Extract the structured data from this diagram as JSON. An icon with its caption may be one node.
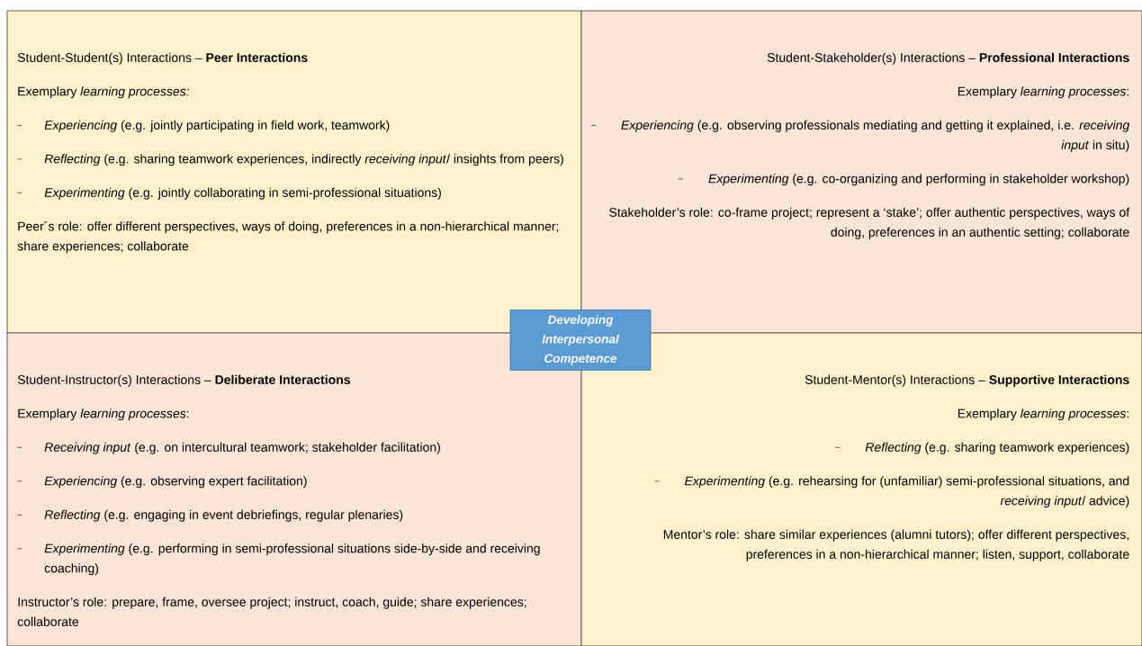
{
  "diagram": {
    "nodes": [
      {
        "text": [
          "Student-Student(s) Interactions – **Peer Interactions**",
          "Exemplary *learning processes:*",
          "*Experiencing* (e.g. jointly participating in field work, teamwork)",
          "*Reflecting* (e.g. sharing teamwork experiences, indirectly *receiving input*/ insights from peers)",
          "*Experimenting* (e.g. jointly collaborating in semi-professional situations)",
          "Peer´s role: offer different perspectives, ways of doing, preferences in a non-hierarchical manner; share experiences; collaborate"
        ]
      },
      {
        "text": [
          "Student-Stakeholder(s) Interactions – **Professional Interactions**",
          "Exemplary *learning processes*:",
          "*Experiencing* (e.g. observing professionals mediating and getting it explained, i.e. *receiving input* in situ)",
          "*Experimenting* (e.g. co-organizing and performing in stakeholder workshop)",
          "Stakeholder’s role: co-frame project; represent a ‘stake’; offer authentic perspectives, ways of doing, preferences in an authentic setting; collaborate"
        ]
      },
      {
        "text": [
          "Developing Interpersonal Competence"
        ]
      },
      {
        "text": [
          "Student-Instructor(s) Interactions – **Deliberate Interactions**",
          "Exemplary *learning processes*:",
          "*Receiving input* (e.g. on intercultural teamwork; stakeholder facilitation)",
          "*Experiencing* (e.g. observing expert facilitation)",
          "*Reflecting* (e.g. engaging in event debriefings, regular plenaries)",
          "*Experimenting* (e.g. performing in semi-professional situations side-by-side and receiving coaching)",
          "Instructor’s role: prepare, frame, oversee project; instruct, coach, guide; share experiences; collaborate"
        ]
      },
      {
        "text": [
          "Student-Mentor(s) Interactions – **Supportive Interactions**",
          "Exemplary *learning processes*:",
          "*Reflecting* (e.g. sharing teamwork experiences)",
          "*Experimenting* (e.g. rehearsing for (unfamiliar) semi-professional situations, and *receiving input*/ advice)",
          "Mentor’s role: share similar experiences (alumni tutors); offer different perspectives, preferences in a non-hierarchical manner; listen, support, collaborate"
        ]
      }
    ]
  }
}
